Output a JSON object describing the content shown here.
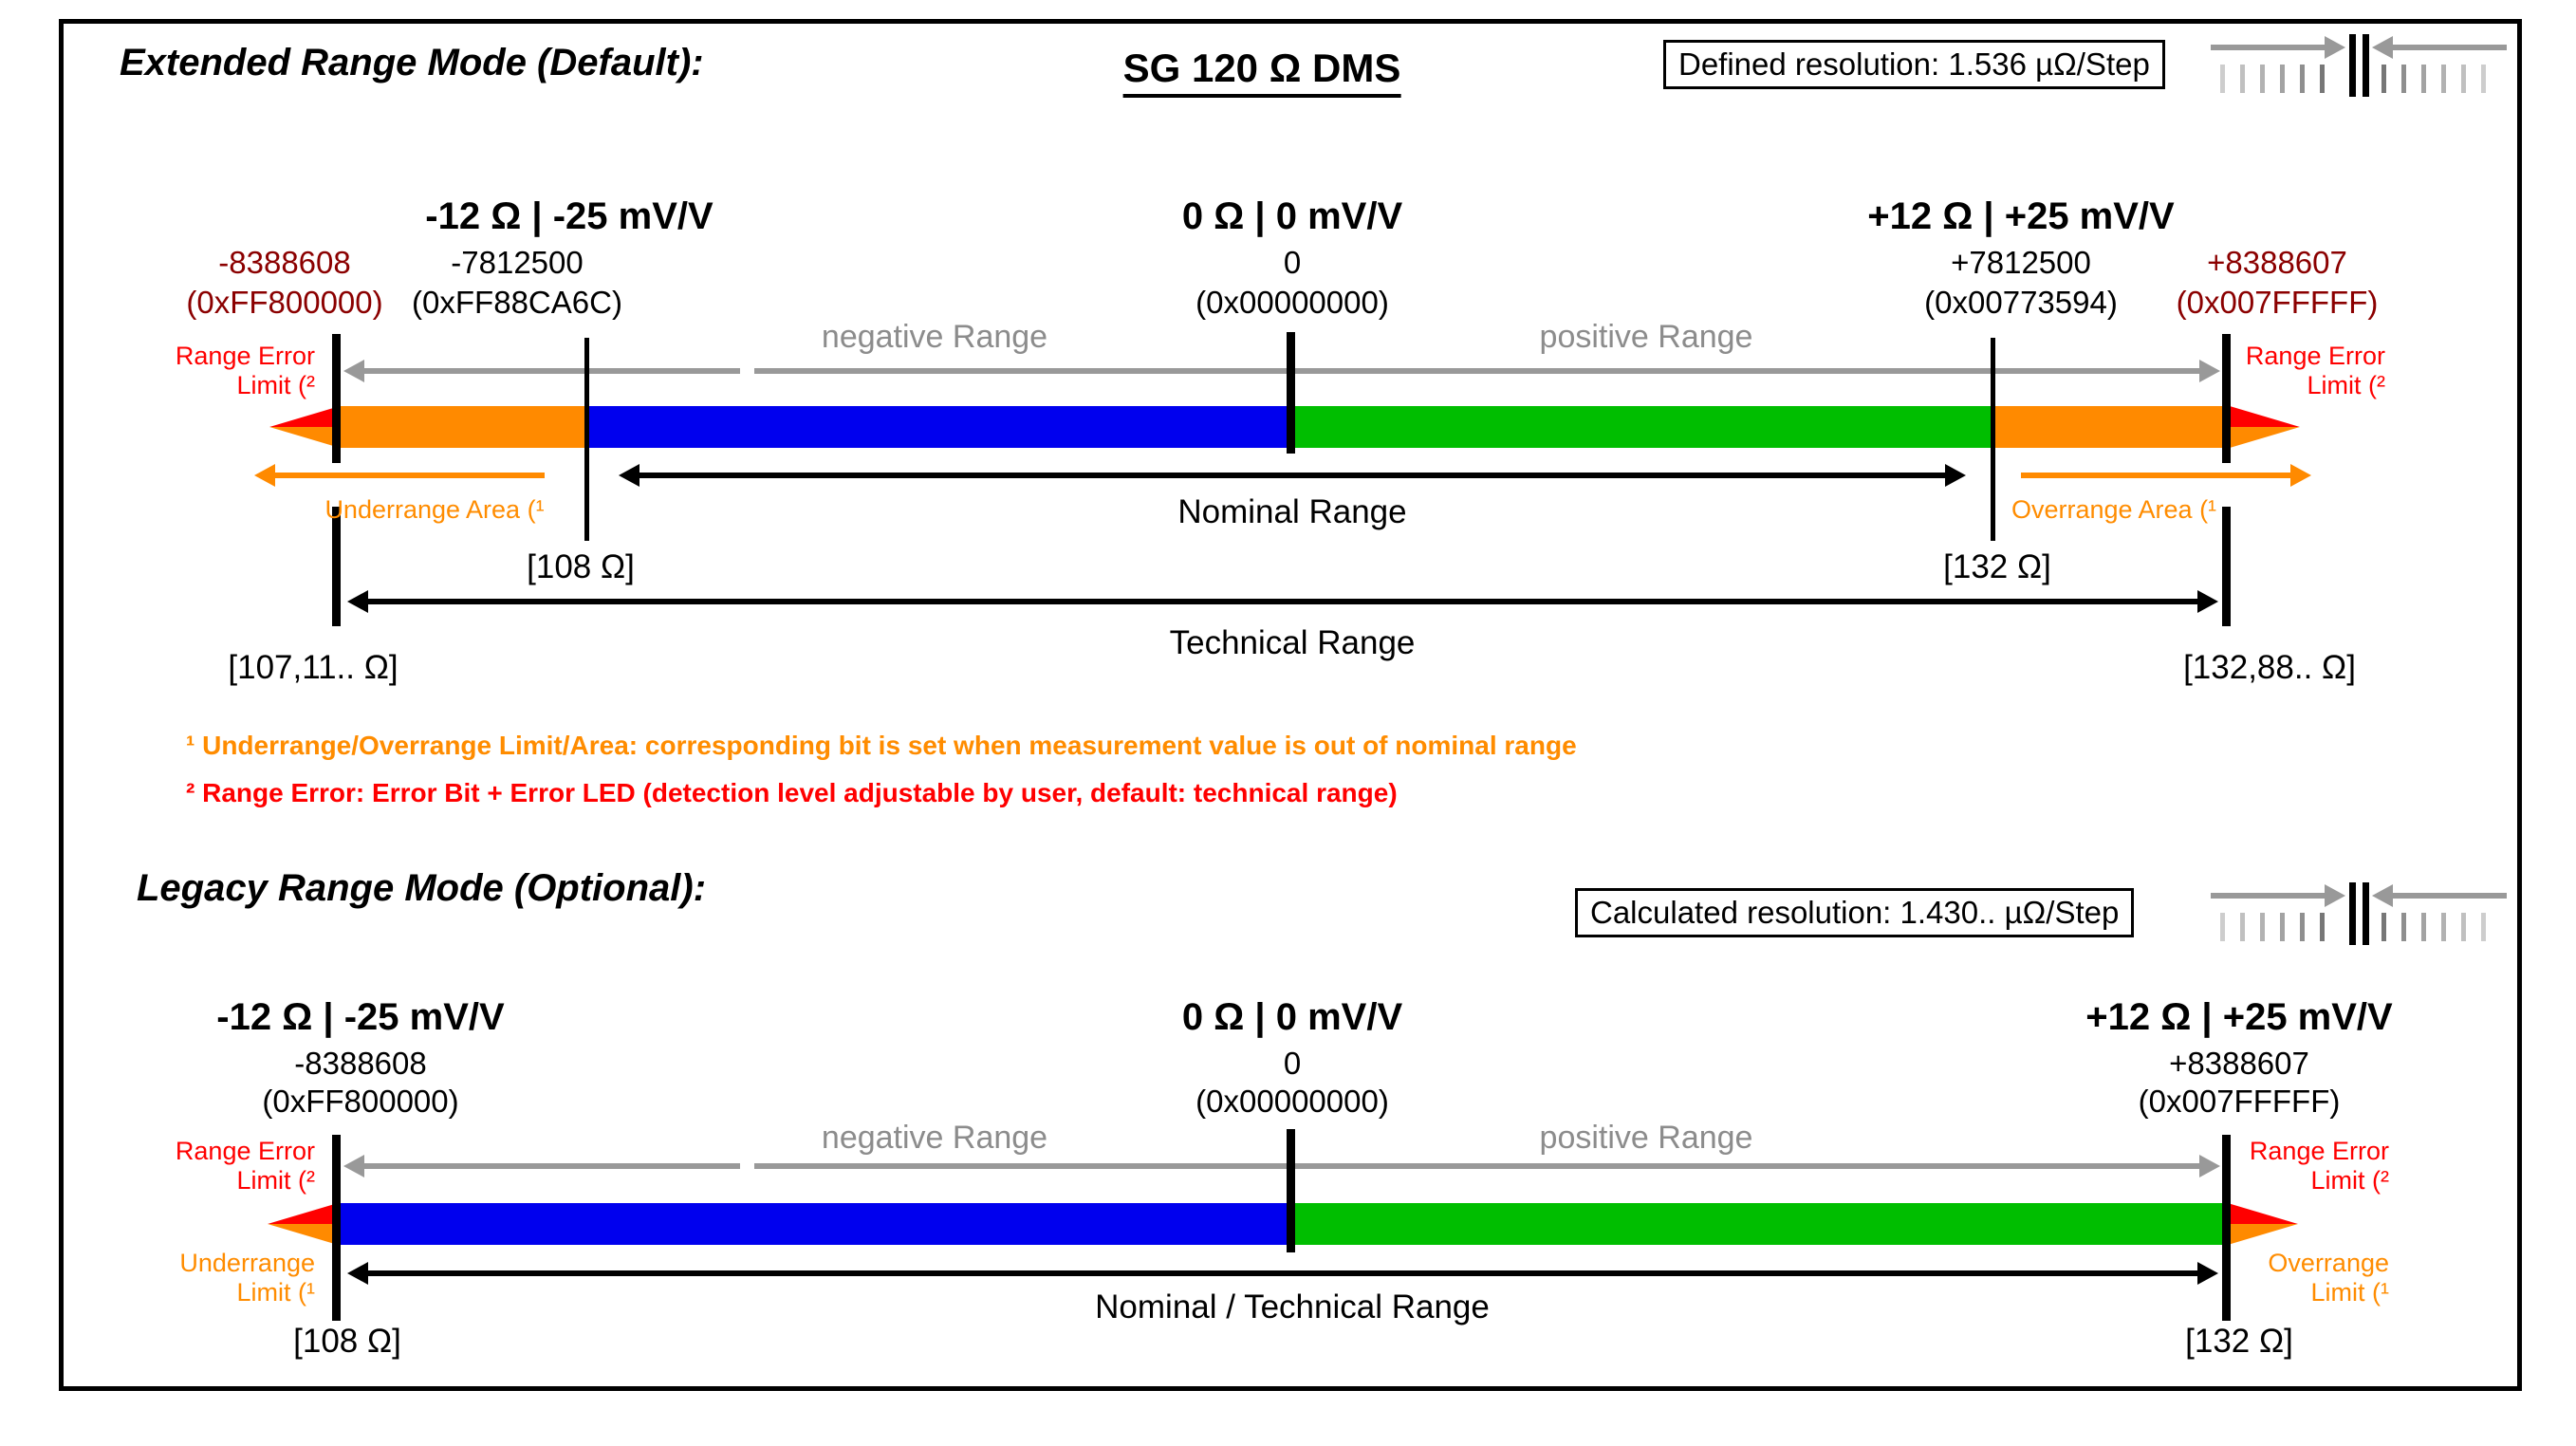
{
  "colors": {
    "bar-blue": "#0000EE",
    "bar-green": "#00BE00",
    "bar-orange": "#FF8A00",
    "tip-red": "#FF0000",
    "dark-red": "#8B0000",
    "orange-text": "#FF8C00",
    "red-text": "#FF0000",
    "gray-arrow": "#999999",
    "gray-text": "#8C8C8C"
  },
  "extended": {
    "section_title": "Extended Range Mode (Default):",
    "chart_title": "SG 120 Ω DMS",
    "resolution": "Defined resolution: 1.536 µΩ/Step",
    "neg_limit": {
      "value": "-8388608",
      "hex": "(0xFF800000)"
    },
    "neg_nominal": {
      "title": "-12 Ω | -25 mV/V",
      "value": "-7812500",
      "hex": "(0xFF88CA6C)"
    },
    "zero": {
      "title": "0 Ω | 0 mV/V",
      "value": "0",
      "hex": "(0x00000000)"
    },
    "pos_nominal": {
      "title": "+12 Ω | +25 mV/V",
      "value": "+7812500",
      "hex": "(0x00773594)"
    },
    "pos_limit": {
      "value": "+8388607",
      "hex": "(0x007FFFFF)"
    },
    "negative_range": "negative Range",
    "positive_range": "positive Range",
    "range_error_l1": "Range Error",
    "range_error_l2": "Limit (²",
    "underrange_area": "Underrange Area (¹",
    "overrange_area": "Overrange Area (¹",
    "nominal_range": "Nominal Range",
    "nominal_low": "[108 Ω]",
    "nominal_high": "[132 Ω]",
    "technical_range": "Technical Range",
    "technical_low": "[107,11.. Ω]",
    "technical_high": "[132,88.. Ω]"
  },
  "footnotes": {
    "note1": "¹ Underrange/Overrange Limit/Area: corresponding bit is set when measurement value is out of nominal range",
    "note2": "² Range Error: Error Bit + Error LED (detection level adjustable by user, default: technical range)"
  },
  "legacy": {
    "section_title": "Legacy Range Mode (Optional):",
    "resolution": "Calculated resolution: 1.430.. µΩ/Step",
    "neg": {
      "title": "-12 Ω | -25 mV/V",
      "value": "-8388608",
      "hex": "(0xFF800000)"
    },
    "zero": {
      "title": "0 Ω | 0 mV/V",
      "value": "0",
      "hex": "(0x00000000)"
    },
    "pos": {
      "title": "+12 Ω | +25 mV/V",
      "value": "+8388607",
      "hex": "(0x007FFFFF)"
    },
    "negative_range": "negative Range",
    "positive_range": "positive Range",
    "range_error_l1": "Range Error",
    "range_error_l2": "Limit (²",
    "underrange_l1": "Underrange",
    "underrange_l2": "Limit (¹",
    "overrange_l1": "Overrange",
    "overrange_l2": "Limit (¹",
    "nominal_technical_range": "Nominal / Technical Range",
    "nominal_low": "[108 Ω]",
    "nominal_high": "[132 Ω]"
  }
}
